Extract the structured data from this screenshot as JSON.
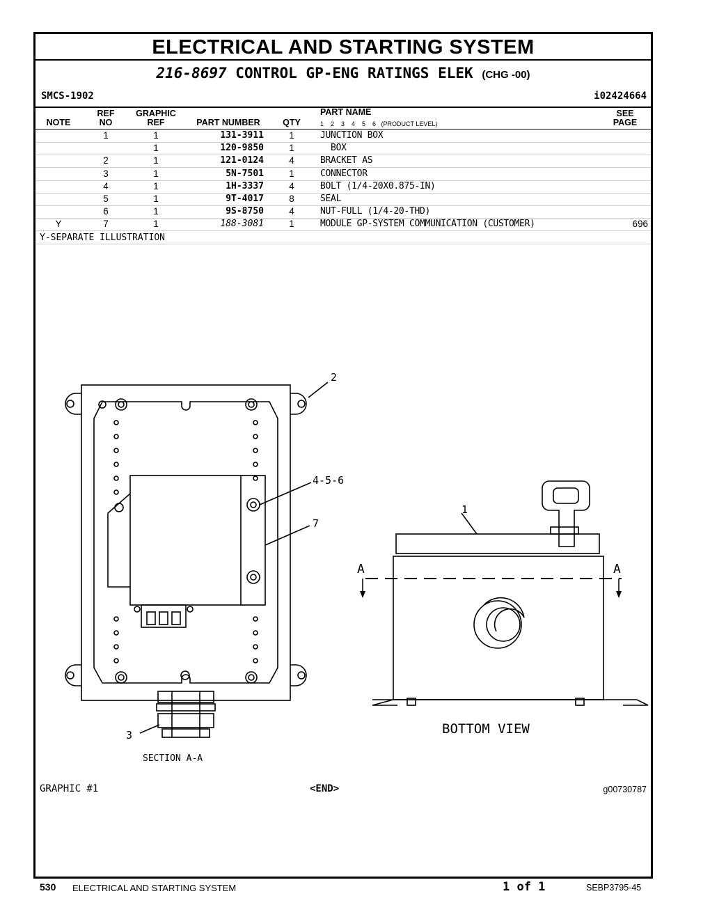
{
  "header": {
    "title": "ELECTRICAL AND STARTING SYSTEM",
    "group_number": "216-8697",
    "group_name": "CONTROL GP-ENG RATINGS ELEK",
    "change": "(CHG -00)",
    "smcs": "SMCS-1902",
    "illustration_id": "i02424664"
  },
  "table": {
    "columns": {
      "note": "NOTE",
      "ref_no": "REF\nNO",
      "graphic_ref": "GRAPHIC\nREF",
      "part_number": "PART NUMBER",
      "qty": "QTY",
      "part_name": "PART NAME",
      "product_level": "1    2    3    4    5    6   (PRODUCT LEVEL)",
      "see_page": "SEE\nPAGE"
    },
    "rows": [
      {
        "note": "",
        "ref": "1",
        "gref": "1",
        "pn": "131-3911",
        "qty": "1",
        "name": "JUNCTION BOX",
        "page": ""
      },
      {
        "note": "",
        "ref": "",
        "gref": "1",
        "pn": "120-9850",
        "qty": "1",
        "name": "  BOX",
        "page": ""
      },
      {
        "note": "",
        "ref": "2",
        "gref": "1",
        "pn": "121-0124",
        "qty": "4",
        "name": "BRACKET AS",
        "page": ""
      },
      {
        "note": "",
        "ref": "3",
        "gref": "1",
        "pn": "5N-7501",
        "qty": "1",
        "name": "CONNECTOR",
        "page": ""
      },
      {
        "note": "",
        "ref": "4",
        "gref": "1",
        "pn": "1H-3337",
        "qty": "4",
        "name": "BOLT (1/4-20X0.875-IN)",
        "page": ""
      },
      {
        "note": "",
        "ref": "5",
        "gref": "1",
        "pn": "9T-4017",
        "qty": "8",
        "name": "SEAL",
        "page": ""
      },
      {
        "note": "",
        "ref": "6",
        "gref": "1",
        "pn": "9S-8750",
        "qty": "4",
        "name": "NUT-FULL (1/4-20-THD)",
        "page": ""
      },
      {
        "note": "Y",
        "ref": "7",
        "gref": "1",
        "pn": "188-3081",
        "qty": "1",
        "name": "MODULE GP-SYSTEM COMMUNICATION (CUSTOMER)",
        "page": "696"
      }
    ],
    "footnote": "Y-SEPARATE ILLUSTRATION"
  },
  "drawing": {
    "callouts": [
      "2",
      "4-5-6",
      "7",
      "3",
      "1"
    ],
    "section_marker": "A",
    "section_label": "SECTION A-A",
    "view_label": "BOTTOM VIEW"
  },
  "graphic": {
    "label": "GRAPHIC #1",
    "end": "<END>",
    "graphic_id": "g00730787"
  },
  "footer": {
    "page_number": "530",
    "section": "ELECTRICAL AND STARTING SYSTEM",
    "page_of": "1 of 1",
    "doc_number": "SEBP3795-45"
  }
}
